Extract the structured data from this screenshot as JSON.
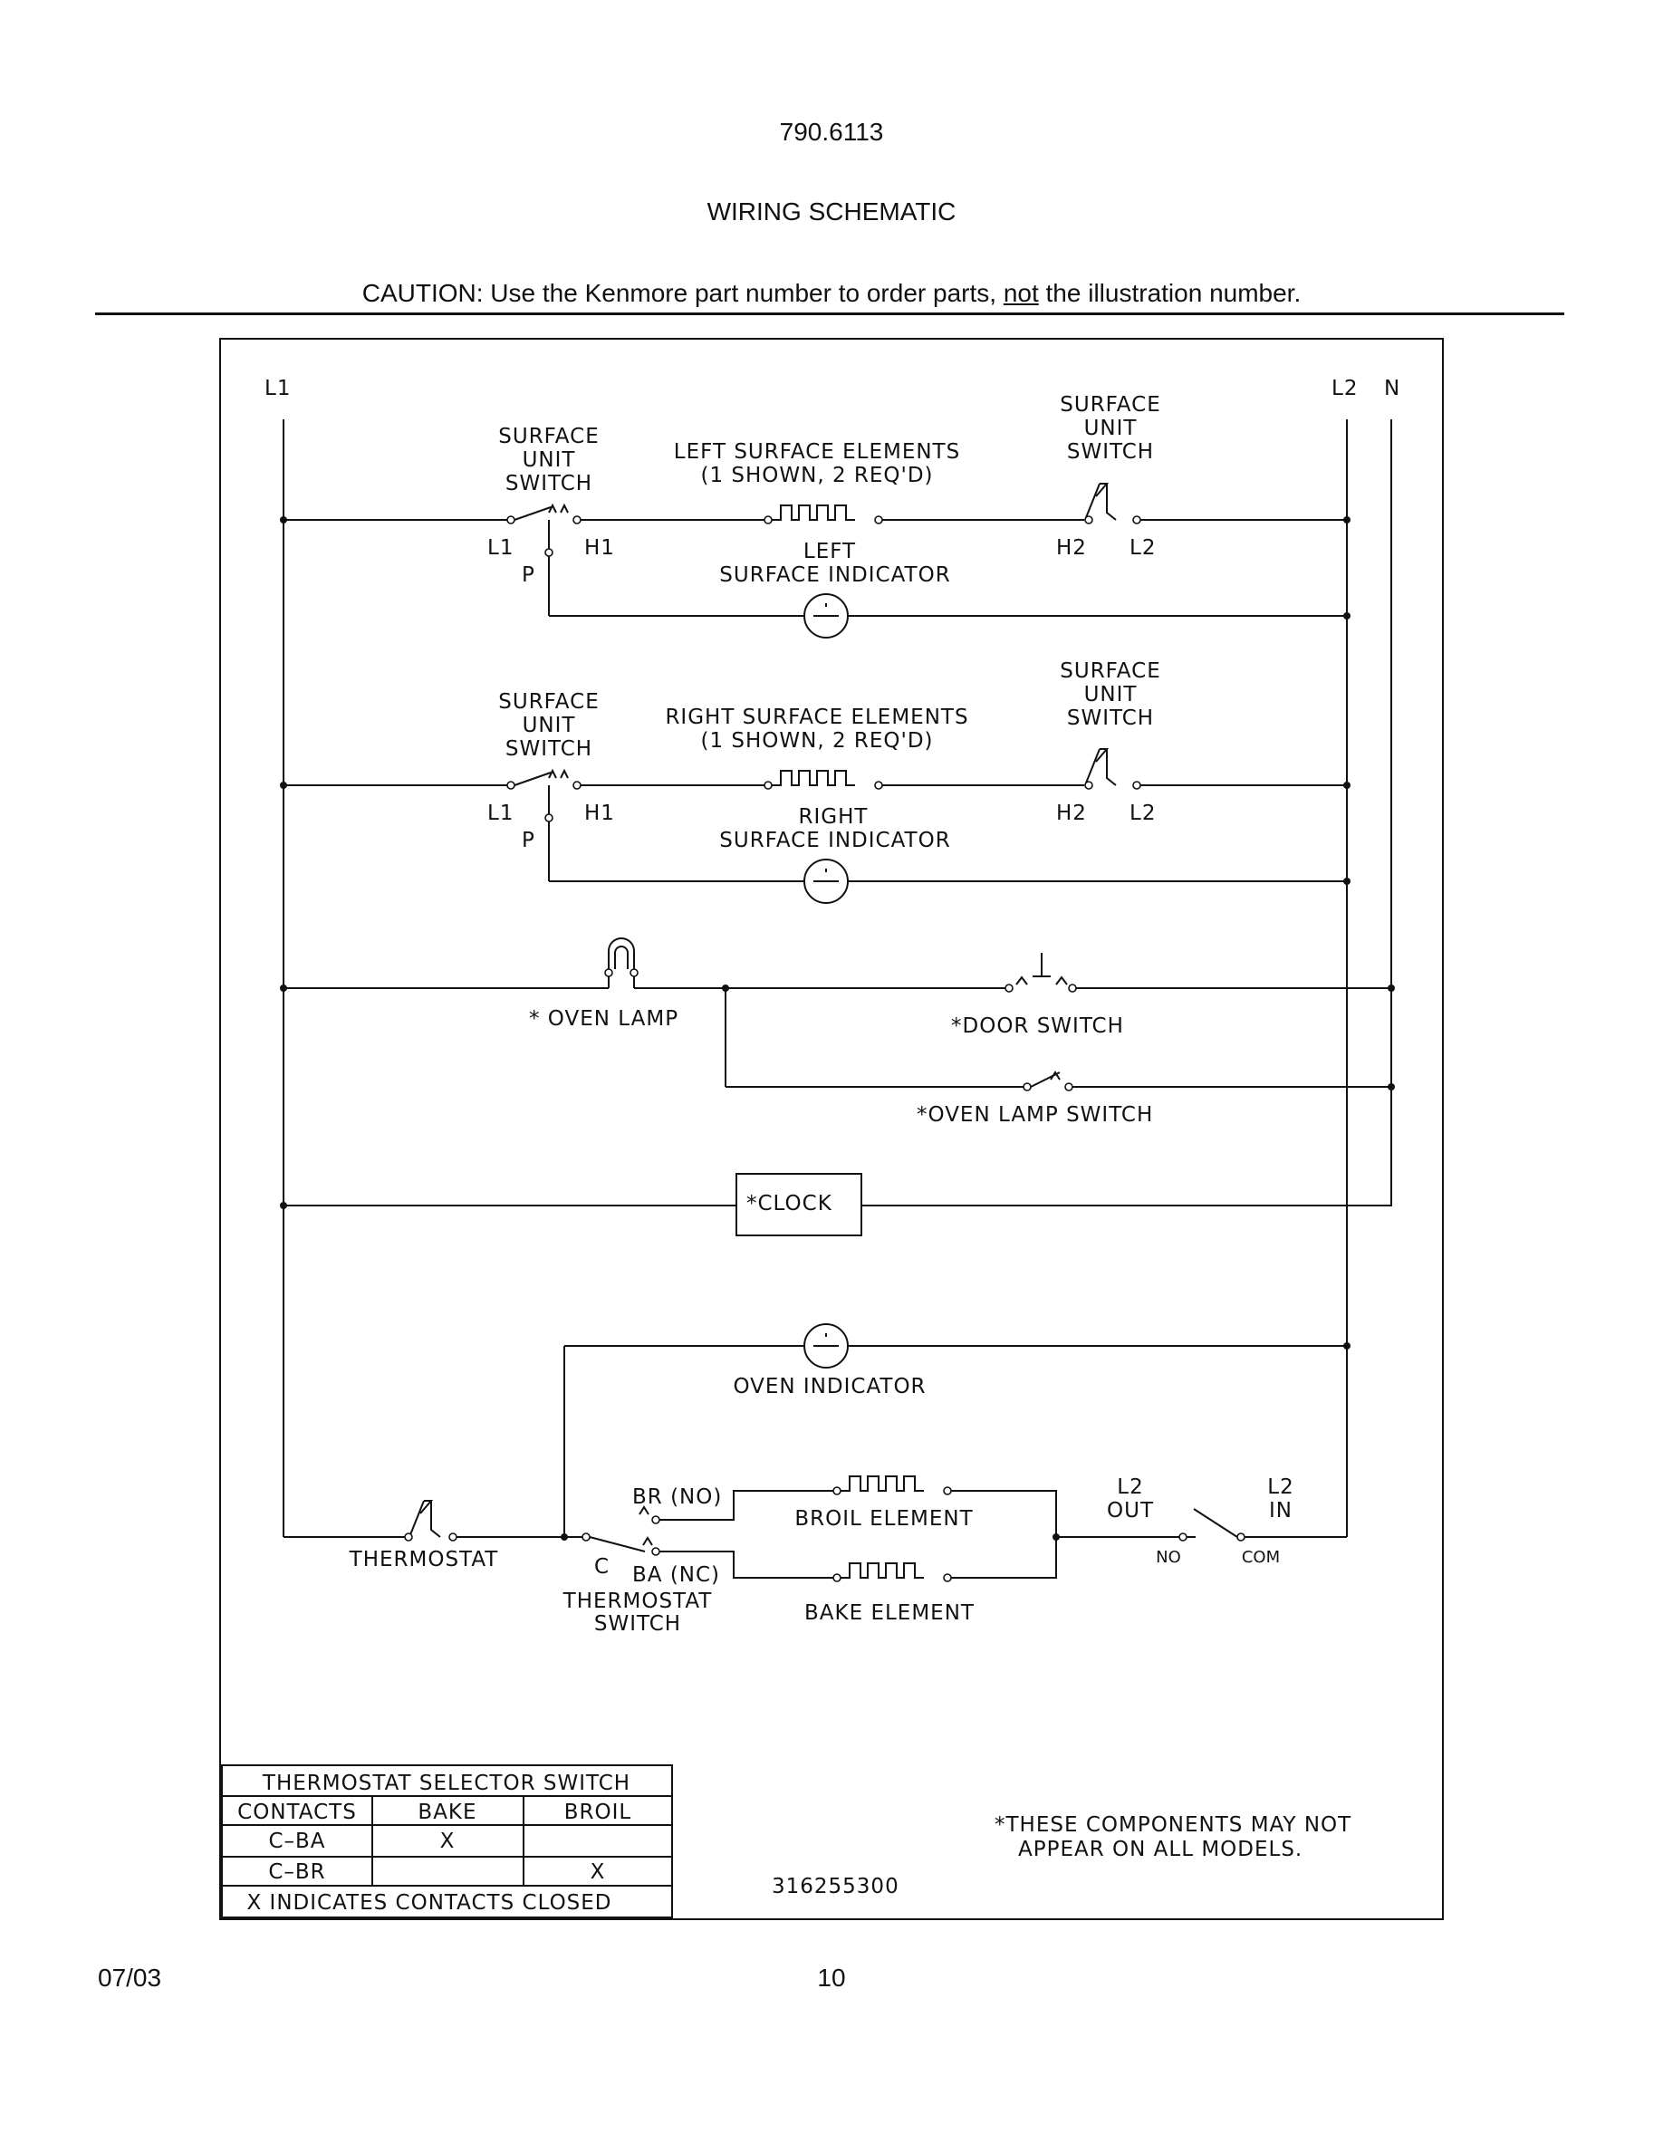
{
  "header": {
    "model": "790.6113",
    "title": "WIRING SCHEMATIC",
    "caution_before": "CAUTION: Use the Kenmore part number to order parts, ",
    "caution_underlined": "not",
    "caution_after": " the illustration number."
  },
  "footer": {
    "date": "07/03",
    "page": "10"
  },
  "schematic": {
    "rails": {
      "l1": "L1",
      "l2": "L2",
      "n": "N"
    },
    "left_branch": {
      "switch_1": "SURFACE",
      "switch_2": "UNIT",
      "switch_3": "SWITCH",
      "element_1": "LEFT SURFACE ELEMENTS",
      "element_2": "(1 SHOWN, 2 REQ'D)",
      "r_switch_1": "SURFACE",
      "r_switch_2": "UNIT",
      "r_switch_3": "SWITCH",
      "t_l1": "L1",
      "t_h1": "H1",
      "t_p": "P",
      "t_h2": "H2",
      "t_l2": "L2",
      "indicator_1": "LEFT",
      "indicator_2": "SURFACE INDICATOR"
    },
    "right_branch": {
      "switch_1": "SURFACE",
      "switch_2": "UNIT",
      "switch_3": "SWITCH",
      "element_1": "RIGHT SURFACE ELEMENTS",
      "element_2": "(1 SHOWN, 2 REQ'D)",
      "r_switch_1": "SURFACE",
      "r_switch_2": "UNIT",
      "r_switch_3": "SWITCH",
      "t_l1": "L1",
      "t_h1": "H1",
      "t_p": "P",
      "t_h2": "H2",
      "t_l2": "L2",
      "indicator_1": "RIGHT",
      "indicator_2": "SURFACE INDICATOR"
    },
    "lamp": {
      "oven_lamp": "* OVEN LAMP",
      "door_switch": "*DOOR SWITCH",
      "oven_lamp_switch": "*OVEN LAMP SWITCH"
    },
    "clock": "*CLOCK",
    "oven": {
      "indicator": "OVEN INDICATOR",
      "thermostat": "THERMOSTAT",
      "br": "BR (NO)",
      "c": "C",
      "ba": "BA (NC)",
      "ts_1": "THERMOSTAT",
      "ts_2": "SWITCH",
      "broil": "BROIL ELEMENT",
      "bake": "BAKE ELEMENT",
      "l2out_1": "L2",
      "l2out_2": "OUT",
      "l2in_1": "L2",
      "l2in_2": "IN",
      "no": "NO",
      "com": "COM"
    },
    "table": {
      "title": "THERMOSTAT SELECTOR SWITCH",
      "headers": [
        "CONTACTS",
        "BAKE",
        "BROIL"
      ],
      "rows": [
        [
          "C–BA",
          "X",
          ""
        ],
        [
          "C–BR",
          "",
          "X"
        ]
      ],
      "note": "X INDICATES CONTACTS CLOSED"
    },
    "footnote_1": "*THESE COMPONENTS MAY NOT",
    "footnote_2": "APPEAR ON ALL MODELS.",
    "part_number": "316255300"
  }
}
